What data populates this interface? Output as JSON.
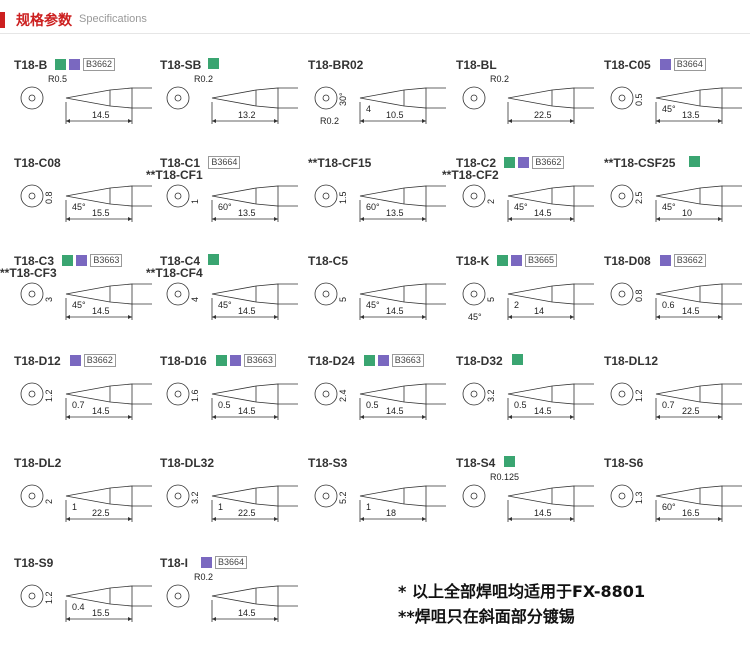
{
  "header": {
    "title": "规格参数",
    "subtitle": "Specifications"
  },
  "colors": {
    "accent": "#cc1f1f",
    "green_swatch": "#3aa571",
    "purple_swatch": "#7a68c0"
  },
  "tips": [
    {
      "model": "T18-B",
      "swatches": [
        "green",
        "purple"
      ],
      "code": "B3662",
      "dims": [
        "R0.5",
        "14.5"
      ]
    },
    {
      "model": "T18-SB",
      "swatches": [
        "green"
      ],
      "dims": [
        "R0.2",
        "13.2"
      ]
    },
    {
      "model": "T18-BR02",
      "swatches": [],
      "dims": [
        "30°",
        "4",
        "R0.2",
        "10.5"
      ]
    },
    {
      "model": "T18-BL",
      "swatches": [],
      "dims": [
        "R0.2",
        "22.5"
      ]
    },
    {
      "model": "T18-C05",
      "swatches": [
        "purple"
      ],
      "code": "B3664",
      "dims": [
        "0.5",
        "45°",
        "13.5"
      ]
    },
    {
      "model": "T18-C08",
      "swatches": [],
      "dims": [
        "0.8",
        "45°",
        "15.5"
      ]
    },
    {
      "model": "T18-C1",
      "model2": "**T18-CF1",
      "swatches": [],
      "code": "B3664",
      "dims": [
        "1",
        "60°",
        "13.5"
      ]
    },
    {
      "model": "**T18-CF15",
      "swatches": [],
      "dims": [
        "1.5",
        "60°",
        "13.5"
      ]
    },
    {
      "model": "T18-C2",
      "model2": "**T18-CF2",
      "swatches": [
        "green",
        "purple"
      ],
      "code": "B3662",
      "dims": [
        "2",
        "45°",
        "14.5"
      ]
    },
    {
      "model": "**T18-CSF25",
      "swatches": [
        "green"
      ],
      "dims": [
        "2.5",
        "45°",
        "10"
      ]
    },
    {
      "model": "T18-C3",
      "model2": "**T18-CF3",
      "swatches": [
        "green",
        "purple"
      ],
      "code": "B3663",
      "dims": [
        "3",
        "45°",
        "14.5"
      ]
    },
    {
      "model": "T18-C4",
      "model2": "**T18-CF4",
      "swatches": [
        "green"
      ],
      "dims": [
        "4",
        "45°",
        "14.5"
      ]
    },
    {
      "model": "T18-C5",
      "swatches": [],
      "dims": [
        "5",
        "45°",
        "14.5"
      ]
    },
    {
      "model": "T18-K",
      "swatches": [
        "green",
        "purple"
      ],
      "code": "B3665",
      "dims": [
        "5",
        "2",
        "45°",
        "14"
      ]
    },
    {
      "model": "T18-D08",
      "swatches": [
        "purple"
      ],
      "code": "B3662",
      "dims": [
        "0.8",
        "0.6",
        "14.5"
      ]
    },
    {
      "model": "T18-D12",
      "swatches": [
        "purple"
      ],
      "code": "B3662",
      "dims": [
        "1.2",
        "0.7",
        "14.5"
      ]
    },
    {
      "model": "T18-D16",
      "swatches": [
        "green",
        "purple"
      ],
      "code": "B3663",
      "dims": [
        "1.6",
        "0.5",
        "14.5"
      ]
    },
    {
      "model": "T18-D24",
      "swatches": [
        "green",
        "purple"
      ],
      "code": "B3663",
      "dims": [
        "2.4",
        "0.5",
        "14.5"
      ]
    },
    {
      "model": "T18-D32",
      "swatches": [
        "green"
      ],
      "dims": [
        "3.2",
        "0.5",
        "14.5"
      ]
    },
    {
      "model": "T18-DL12",
      "swatches": [],
      "dims": [
        "1.2",
        "0.7",
        "22.5"
      ]
    },
    {
      "model": "T18-DL2",
      "swatches": [],
      "dims": [
        "2",
        "1",
        "22.5"
      ]
    },
    {
      "model": "T18-DL32",
      "swatches": [],
      "dims": [
        "3.2",
        "1",
        "22.5"
      ]
    },
    {
      "model": "T18-S3",
      "swatches": [],
      "dims": [
        "5.2",
        "1",
        "18"
      ]
    },
    {
      "model": "T18-S4",
      "swatches": [
        "green"
      ],
      "dims": [
        "R0.125",
        "14.5"
      ]
    },
    {
      "model": "T18-S6",
      "swatches": [],
      "dims": [
        "1.3",
        "60°",
        "16.5"
      ]
    },
    {
      "model": "T18-S9",
      "swatches": [],
      "dims": [
        "1.2",
        "0.4",
        "15.5"
      ]
    },
    {
      "model": "T18-I",
      "swatches": [
        "purple"
      ],
      "code": "B3664",
      "dims": [
        "R0.2",
        "14.5"
      ]
    }
  ],
  "notes": [
    "* 以上全部焊咀均适用于FX-8801",
    "**焊咀只在斜面部分镀锡"
  ]
}
